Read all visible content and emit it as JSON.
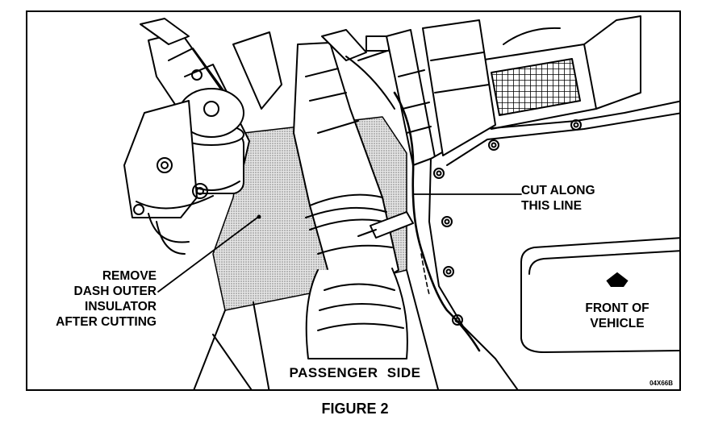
{
  "figure": {
    "caption": "FIGURE 2",
    "code": "04X66B"
  },
  "labels": {
    "remove": [
      "REMOVE",
      "DASH OUTER",
      "INSULATOR",
      "AFTER CUTTING"
    ],
    "cut": [
      "CUT ALONG",
      "THIS  LINE"
    ],
    "front": [
      "FRONT OF",
      "VEHICLE"
    ],
    "side": "PASSENGER  SIDE"
  },
  "colors": {
    "ink": "#000000",
    "paper": "#ffffff",
    "insulator_fill": "#c8c8c8"
  },
  "icons": {
    "front_arrow": "front-direction-arrow-icon"
  }
}
